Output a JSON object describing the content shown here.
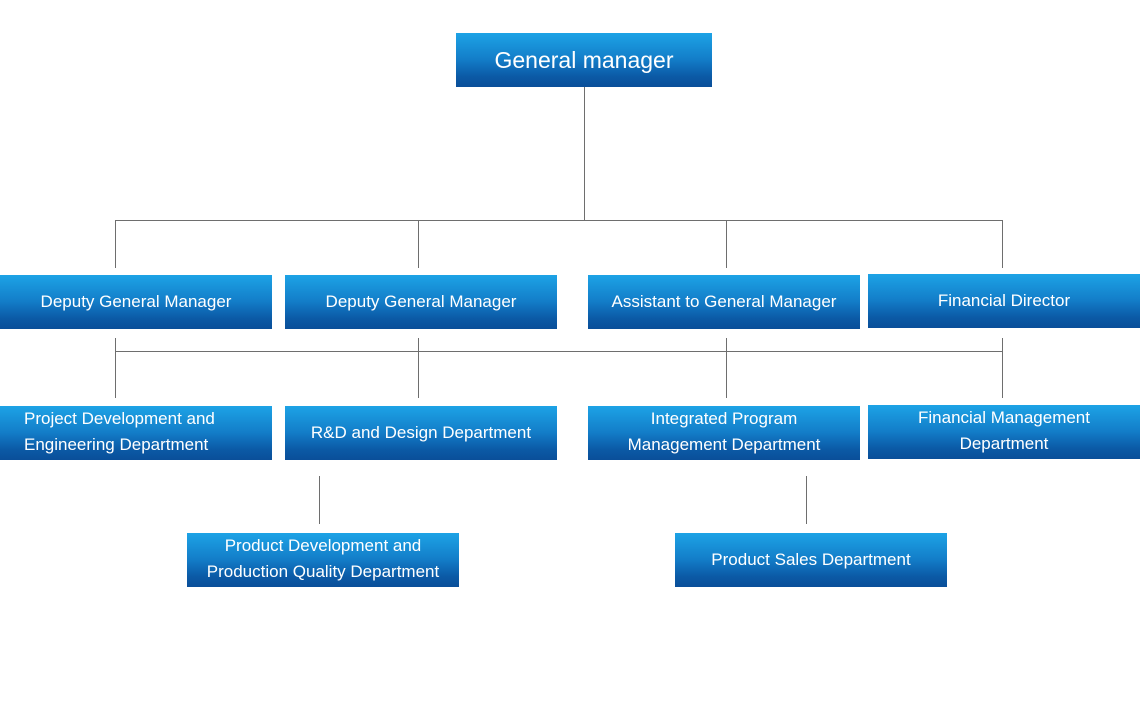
{
  "org_chart": {
    "top": {
      "label": "General manager"
    },
    "level2": [
      {
        "label": "Deputy General Manager"
      },
      {
        "label": "Deputy General Manager"
      },
      {
        "label": "Assistant to General Manager"
      },
      {
        "label": "Financial Director"
      }
    ],
    "level3": [
      {
        "line1": "Project Development and",
        "line2": "Engineering Department"
      },
      {
        "label": "R&D and Design Department"
      },
      {
        "line1": "Integrated Program",
        "line2": "Management Department"
      },
      {
        "line1": "Financial Management",
        "line2": "Department"
      }
    ],
    "level4": [
      {
        "line1": "Product Development and",
        "line2": "Production Quality Department"
      },
      {
        "label": "Product Sales Department"
      }
    ]
  },
  "colors": {
    "box_top": "#1da3e6",
    "box_bottom": "#0a4f99",
    "text": "#ffffff",
    "connector": "#6e6e6e"
  }
}
